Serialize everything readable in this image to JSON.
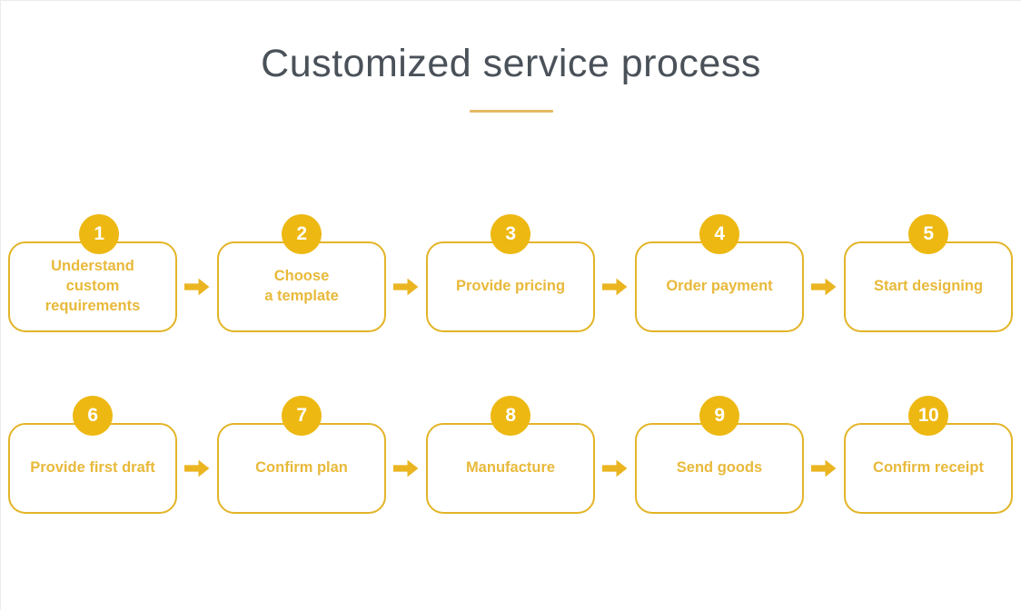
{
  "header": {
    "title": "Customized service process"
  },
  "theme": {
    "badge_fill": "#edb812",
    "card_border": "#e3b427",
    "card_text": "#e8b93a",
    "arrow_color": "#eab521",
    "title_color": "#4a5159",
    "rule_color": "#e5b964",
    "background": "#ffffff"
  },
  "flow": {
    "rows": [
      {
        "steps": [
          {
            "number": "1",
            "label": "Understand\ncustom\nrequirements"
          },
          {
            "number": "2",
            "label": "Choose\na template"
          },
          {
            "number": "3",
            "label": "Provide pricing"
          },
          {
            "number": "4",
            "label": "Order payment"
          },
          {
            "number": "5",
            "label": "Start designing"
          }
        ]
      },
      {
        "steps": [
          {
            "number": "6",
            "label": "Provide first draft"
          },
          {
            "number": "7",
            "label": "Confirm plan"
          },
          {
            "number": "8",
            "label": "Manufacture"
          },
          {
            "number": "9",
            "label": "Send goods"
          },
          {
            "number": "10",
            "label": "Confirm receipt"
          }
        ]
      }
    ]
  }
}
